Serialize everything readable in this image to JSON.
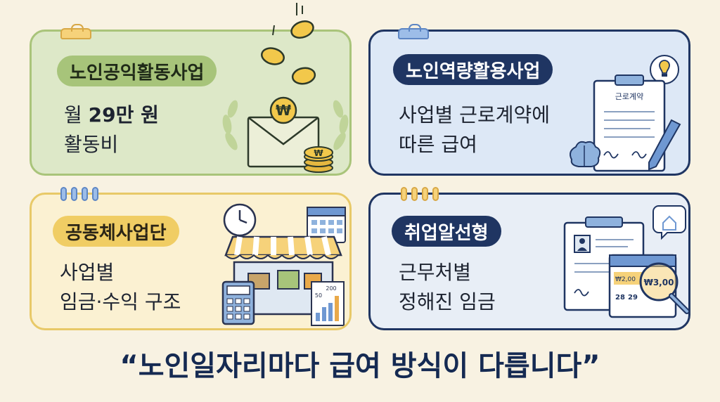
{
  "cards": [
    {
      "id": "senior-public-activity",
      "title": "노인공익활동사업",
      "line1_prefix": "월 ",
      "line1_amount": "29만 원",
      "line2": "활동비",
      "colors": {
        "background": "#dde8c8",
        "border": "#a9c47a",
        "pill": "#a7c47a",
        "pill_text": "#1f2a18"
      },
      "icons": [
        "envelope-won-icon",
        "falling-coins-icon",
        "coin-stack-icon",
        "laurel-icon"
      ]
    },
    {
      "id": "senior-capability-use",
      "title": "노인역량활용사업",
      "line1": "사업별 근로계약에",
      "line2": "따른 급여",
      "contract_label": "근로계약",
      "colors": {
        "background": "#dde8f6",
        "border": "#1f3562",
        "pill": "#1f3562",
        "pill_text": "#ffffff"
      },
      "icons": [
        "contract-document-icon",
        "pen-icon",
        "lightbulb-icon",
        "brain-icon"
      ]
    },
    {
      "id": "community-business",
      "title": "공동체사업단",
      "line1": "사업별",
      "line2": "임금·수익 구조",
      "chart_labels": [
        "50",
        "200"
      ],
      "colors": {
        "background": "#fbf1d2",
        "border": "#e8c968",
        "pill": "#f0cd64",
        "pill_text": "#2a2416"
      },
      "icons": [
        "clock-icon",
        "calendar-icon",
        "market-stall-icon",
        "calculator-icon",
        "bar-chart-icon"
      ]
    },
    {
      "id": "employment-placement",
      "title": "취업알선형",
      "line1": "근무처별",
      "line2": "정해진 임금",
      "calendar_values": [
        "₩2,00",
        "₩3,00",
        "28",
        "29"
      ],
      "colors": {
        "background": "#e8eef6",
        "border": "#1f3562",
        "pill": "#1f3562",
        "pill_text": "#ffffff"
      },
      "icons": [
        "resume-clipboard-icon",
        "calendar-icon",
        "magnifier-icon",
        "house-chat-icon"
      ]
    }
  ],
  "bottom_title": "“노인일자리마다 급여 방식이 다릅니다”"
}
